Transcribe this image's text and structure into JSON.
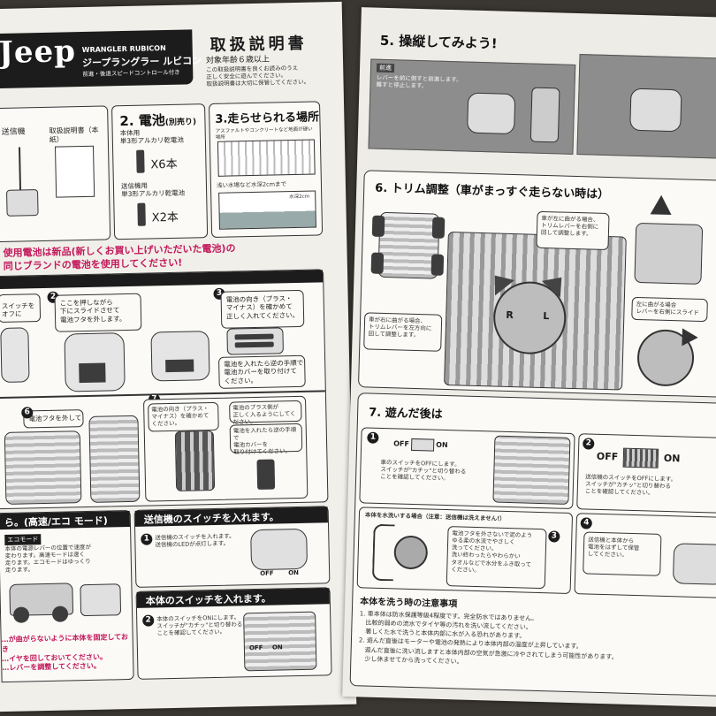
{
  "left": {
    "logo": "Jeep",
    "model_small": "WRANGLER RUBICON",
    "model_kana": "ジープラングラー ルビコン",
    "model_sub": "前進・後退スピードコントロール付き",
    "title": "取扱説明書",
    "age": "対象年齢６歳以上",
    "intro": [
      "この取扱説明書を良くお読みのうえ",
      "正しく安全に遊んでください。",
      "取扱説明書は大切に保管してください。"
    ],
    "contents": {
      "transmitter": "送信機",
      "manual": "取扱説明書（本紙）"
    },
    "battery": {
      "heading": "2. 電池",
      "heading_note": "(別売り)",
      "body_label": [
        "本体用",
        "単3形アルカリ乾電池"
      ],
      "body_qty": "X6本",
      "tx_label": [
        "送信機用",
        "単3形アルカリ乾電池"
      ],
      "tx_qty": "X2本"
    },
    "place": {
      "heading": "3.走らせられる場所",
      "asphalt": "アスファルトやコンクリートなど地面が硬い場所",
      "water": "浅い水場など水深2cmまで",
      "water_tag": "水深2cm"
    },
    "warning": [
      "使用電池は新品(新しくお買い上げいただいた電池)の",
      "同じブランドの電池を使用してください!"
    ],
    "step1": "スイッチをオフに",
    "step2": [
      "ここを押しながら",
      "下にスライドさせて",
      "電池フタを外します。"
    ],
    "step3": [
      "電池の向き（プラス・",
      "マイナス）を確かめて",
      "正しく入れてください。"
    ],
    "step3b": [
      "電池を入れたら逆の手順で",
      "電池カバーを取り付けて",
      "ください。"
    ],
    "step6": "電池フタを外して",
    "step7a": [
      "電池の向き（プラス・",
      "マイナス）を確かめて",
      "ください。"
    ],
    "step7b": [
      "電池のプラス側が",
      "正しく入るようにしてください。"
    ],
    "step7c": [
      "電池を入れたら逆の手順で",
      "電池カバーを",
      "取り付けてください。"
    ],
    "mode_heading": "ら。(高速/エコ モード)",
    "mode_tag": "エコモード",
    "mode_text": [
      "本体の電源レバーの位置で速度が",
      "変わります。高速モードは速く",
      "走ります。エコモードはゆっくり",
      "走ります。"
    ],
    "caution_note": [
      "…が曲がらないように本体を固定しておき",
      "…イヤを回しておいてください。",
      "…レバーを調整してください。"
    ],
    "tx_switch": {
      "heading": "送信機のスイッチを入れます。",
      "text": [
        "送信機のスイッチを入れます。",
        "送信機のLEDが点灯します。"
      ],
      "off": "OFF",
      "on": "ON"
    },
    "body_switch": {
      "heading": "本体のスイッチを入れます。",
      "text": [
        "本体のスイッチをONにします。",
        "スイッチが\"カチッ\"と切り替わる",
        "ことを確認してください。"
      ],
      "off": "OFF",
      "on": "ON"
    }
  },
  "right": {
    "s5": {
      "heading": "5. 操縦してみよう!",
      "tag": "前進",
      "text": [
        "レバーを前に倒すと前進します。",
        "離すと停止します。"
      ]
    },
    "s6": {
      "heading": "6. トリム調整（車がまっすぐ走らない時は）",
      "callout_a": [
        "車が左に曲がる場合、",
        "トリムレバーを右側に",
        "回して調整します。"
      ],
      "callout_b": [
        "車が右に曲がる場合、",
        "トリムレバーを左方向に",
        "回して調整します。"
      ],
      "callout_c": [
        "左に曲がる場合",
        "レバーを右側にスライド"
      ],
      "dial_r": "R",
      "dial_l": "L"
    },
    "s7": {
      "heading": "7. 遊んだ後は",
      "off": "OFF",
      "on": "ON",
      "t1": [
        "車のスイッチをOFFにします。",
        "スイッチが\"カチッ\"と切り替わる",
        "ことを確認してください。"
      ],
      "t2": [
        "送信機のスイッチをOFFにします。",
        "スイッチが\"カチッ\"と切り替わる",
        "ことを確認してください。"
      ],
      "t3_head": "本体を水洗いする場合（注意：送信機は洗えません!）",
      "t3": [
        "電池フタを外さないで泥のよう",
        "ゆる柔の水流でやさしく",
        "洗ってください。",
        "洗い終わったらやわらかい",
        "タオルなどで水分をふき取って",
        "ください。"
      ],
      "t4": [
        "送信機と本体から",
        "電池をはずして保管",
        "してください。"
      ],
      "wash_heading": "本体を洗う時の注意事項",
      "wash_notes": [
        "1. 車本体は防水保護等級4程度です。完全防水ではありません。",
        "　比較的弱めの流水でタイヤ等の汚れを洗い流してください。",
        "　著しくた水で洗うと本体内部に水が入る恐れがあります。",
        "2. 遊んだ直後はモーターや電池の発熱により本体内部の温度が上昇しています。",
        "　遊んだ直後に洗い流しますと本体内部の空気が急激に冷やされてしまう可能性があります。",
        "　少し休ませてから洗ってください。"
      ]
    }
  }
}
